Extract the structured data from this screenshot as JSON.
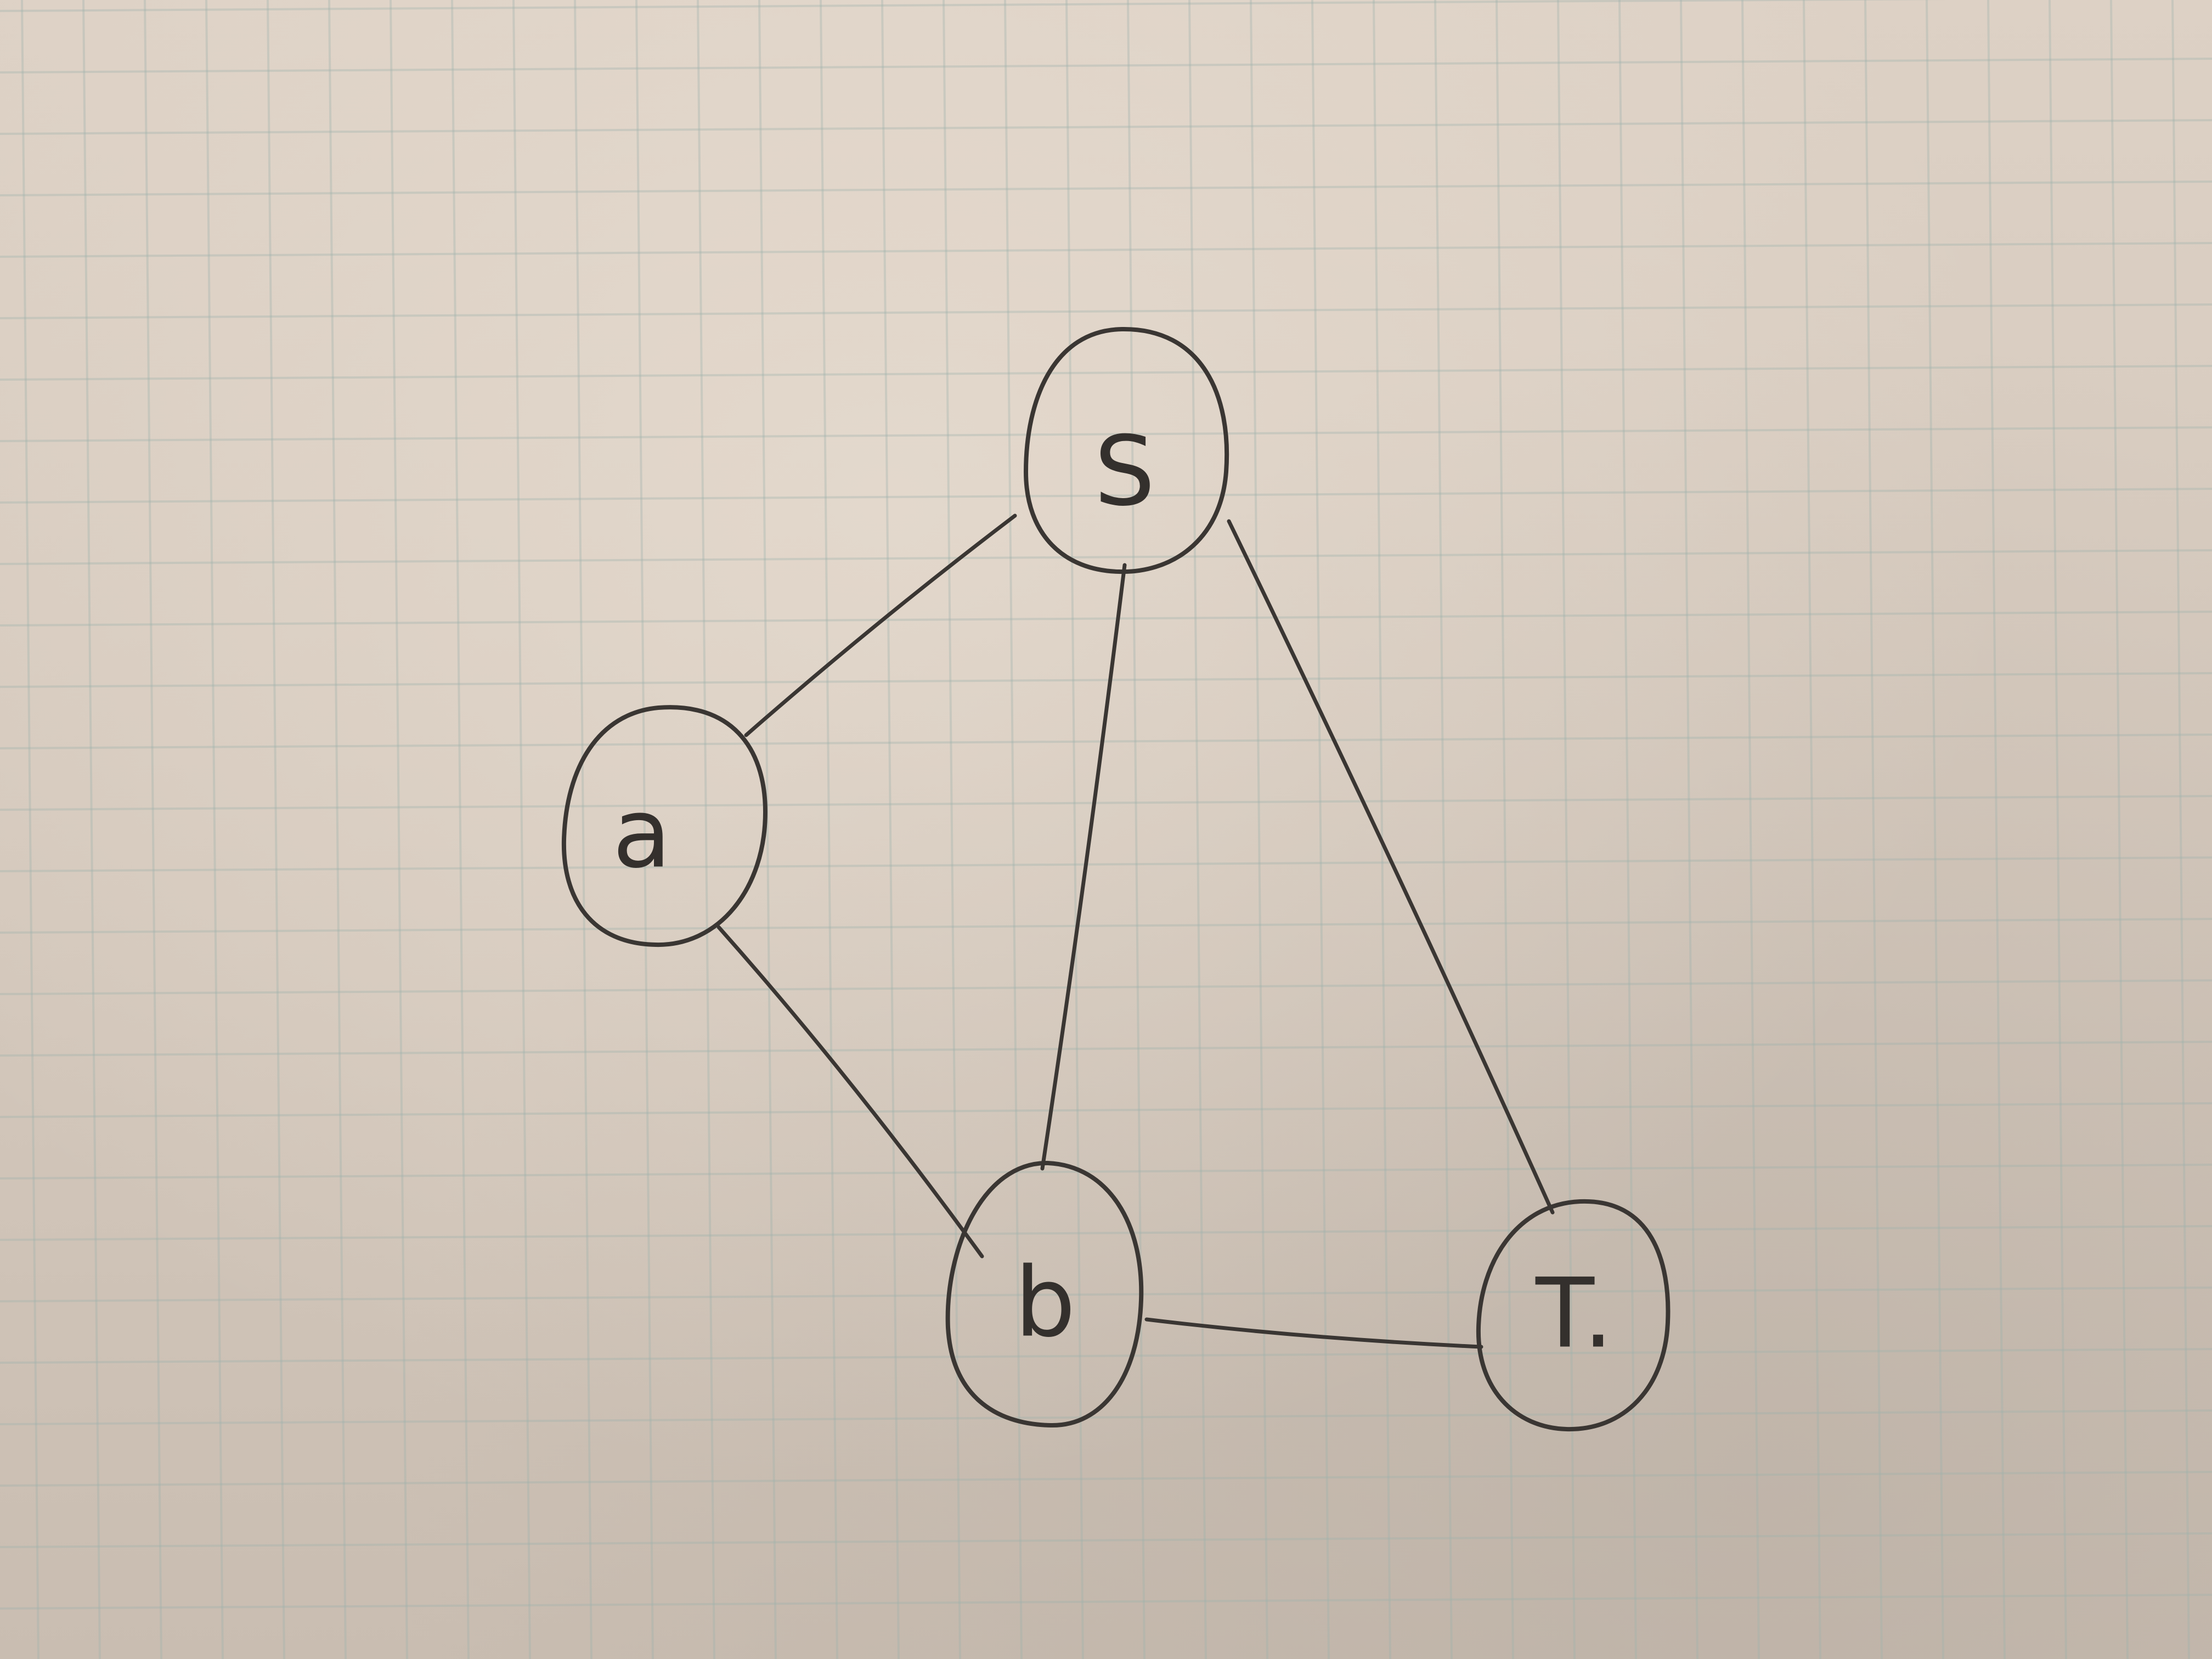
{
  "diagram": {
    "type": "undirected-graph",
    "nodes": [
      {
        "id": "S",
        "label": "S"
      },
      {
        "id": "a",
        "label": "a"
      },
      {
        "id": "b",
        "label": "b"
      },
      {
        "id": "T",
        "label": "T."
      }
    ],
    "edges": [
      {
        "from": "S",
        "to": "a"
      },
      {
        "from": "S",
        "to": "b"
      },
      {
        "from": "S",
        "to": "T"
      },
      {
        "from": "a",
        "to": "b"
      },
      {
        "from": "b",
        "to": "T"
      }
    ]
  },
  "colors": {
    "paper": "#d6cbc0",
    "grid": "#9fb3ab",
    "ink": "#3a3633"
  }
}
